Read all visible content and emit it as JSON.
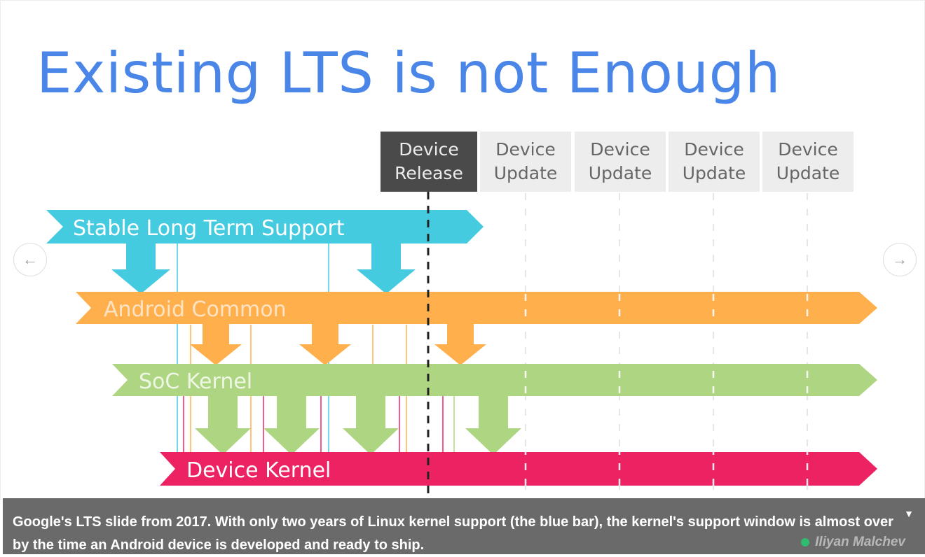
{
  "slide": {
    "title": "Existing LTS is not Enough",
    "stages": [
      {
        "label": "Device\nRelease"
      },
      {
        "label": "Device\nUpdate"
      },
      {
        "label": "Device\nUpdate"
      },
      {
        "label": "Device\nUpdate"
      },
      {
        "label": "Device\nUpdate"
      }
    ],
    "bands": {
      "stable": "Stable Long Term Support",
      "common": "Android Common",
      "soc": "SoC Kernel",
      "device": "Device Kernel"
    },
    "colors": {
      "title": "#4a86e8",
      "stable": "#45cbe0",
      "common": "#ffb04c",
      "soc": "#aed581",
      "device": "#ec2263",
      "release": "#4a4a4a",
      "update": "#ededed"
    }
  },
  "nav": {
    "prev_icon": "arrow-left-icon",
    "next_icon": "arrow-right-icon",
    "prev_glyph": "←",
    "next_glyph": "→"
  },
  "caption": {
    "text": "Google's LTS slide from 2017. With only two years of Linux kernel support (the blue bar), the kernel's support window is almost over by the time an Android device is developed and ready to ship.",
    "toggle_glyph": "▼",
    "credit": "Iliyan Malchev"
  }
}
